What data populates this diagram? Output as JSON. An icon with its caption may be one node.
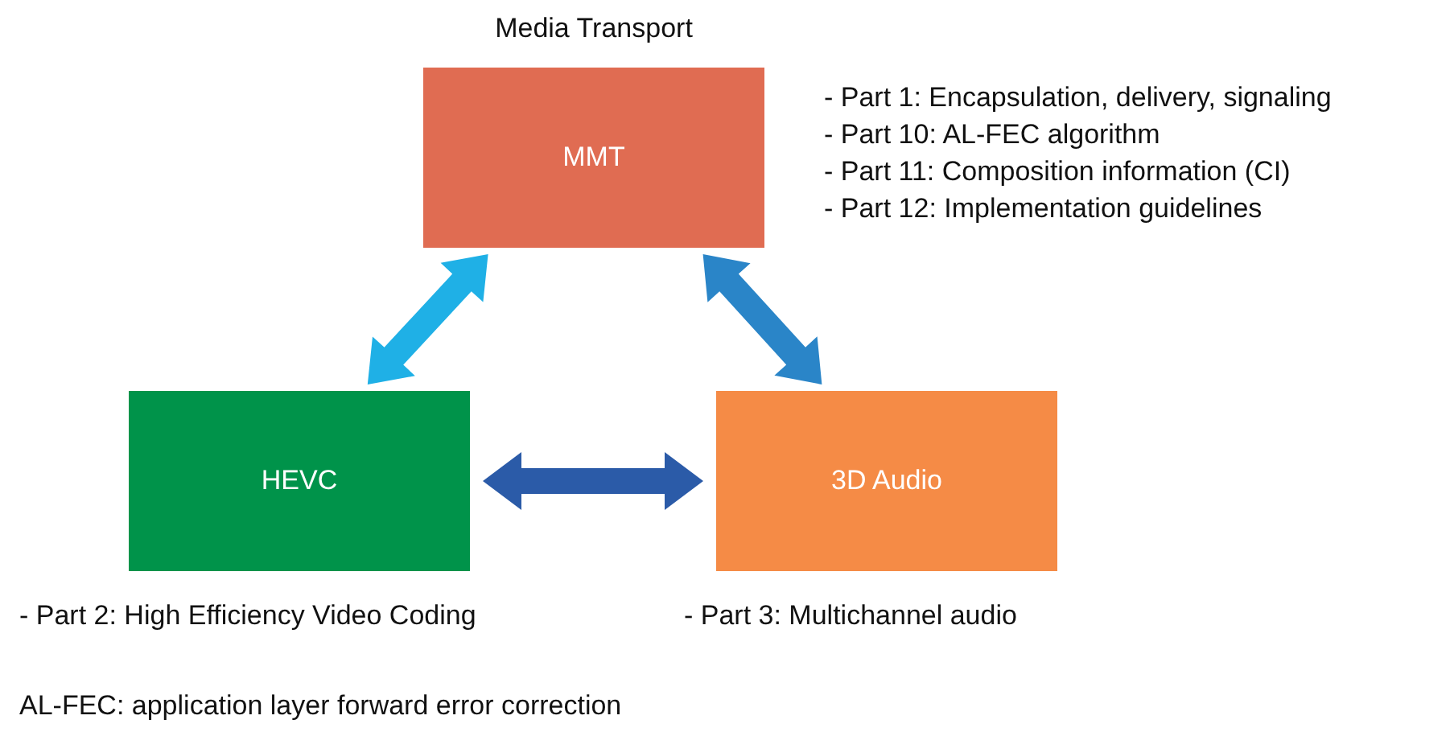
{
  "diagram": {
    "nodes": [
      {
        "text": [
          "Media Transport",
          "MMT"
        ],
        "beside": [
          "- Part 1: Encapsulation, delivery, signaling",
          "- Part 10: AL-FEC algorithm",
          "- Part 11: Composition information (CI)",
          "- Part 12: Implementation guidelines"
        ]
      },
      {
        "text": [
          "HEVC"
        ],
        "beside": [
          "- Part 2: High Efficiency Video Coding"
        ]
      },
      {
        "text": [
          "3D Audio"
        ],
        "beside": [
          "- Part 3: Multichannel audio"
        ]
      }
    ],
    "edges": [
      {
        "from": 0,
        "to": 1,
        "arrow": "both",
        "color": "#1fb0e6"
      },
      {
        "from": 0,
        "to": 2,
        "arrow": "both",
        "color": "#2a85c8"
      },
      {
        "from": 1,
        "to": 2,
        "arrow": "both",
        "color": "#2b5ba8"
      }
    ],
    "labels": [
      "AL-FEC: application layer forward error correction"
    ]
  }
}
